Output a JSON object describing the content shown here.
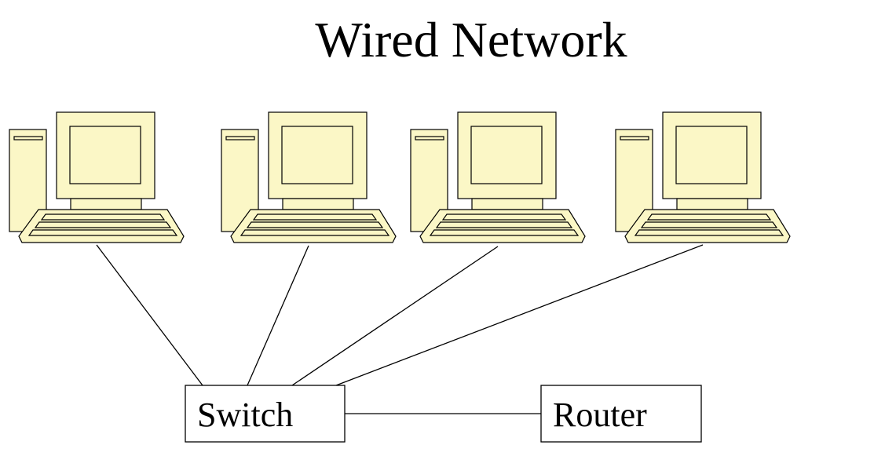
{
  "title": "Wired Network",
  "nodes": {
    "switch": {
      "label": "Switch"
    },
    "router": {
      "label": "Router"
    }
  },
  "computers": [
    {
      "name": "computer-1"
    },
    {
      "name": "computer-2"
    },
    {
      "name": "computer-3"
    },
    {
      "name": "computer-4"
    }
  ],
  "colors": {
    "computer_fill": "#fbf7c6",
    "line": "#000000",
    "background": "#ffffff"
  }
}
